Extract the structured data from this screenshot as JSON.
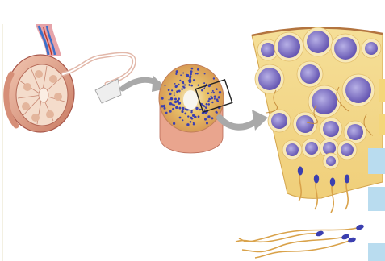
{
  "figure": {
    "panels": [
      {
        "name": "testis-with-epididymis"
      },
      {
        "name": "seminiferous-tubule-cross-section"
      },
      {
        "name": "tubule-wall-enlarged"
      }
    ],
    "colors": {
      "tubule_cream": "#f3d98a",
      "cell_nucleus": "#7a6ec0",
      "cell_halo": "#f7e8b8",
      "sperm_head": "#3b3fb0",
      "sperm_tail": "#d9a24a",
      "arrow_gray": "#a9a9a9",
      "tissue_pink": "#e8b39a",
      "vessel_blue": "#3a6fc9",
      "accent_yellow_bar": "#f4d67a",
      "accent_blue_bar": "#b9dcef"
    }
  }
}
